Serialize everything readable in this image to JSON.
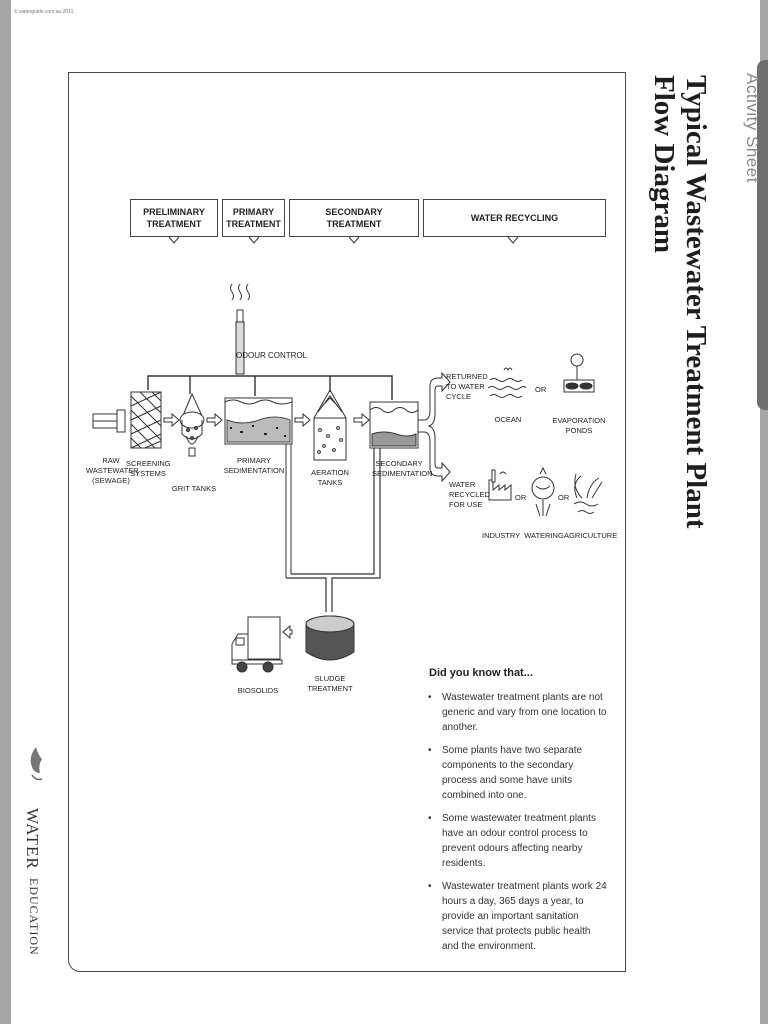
{
  "copyright": "© waterguide.com.au 2011",
  "header": {
    "activity": "Activity Sheet",
    "title_line1": "Typical Wastewater Treatment Plant",
    "title_line2": "Flow Diagram"
  },
  "categories": {
    "preliminary": "PRELIMINARY\nTREATMENT",
    "primary": "PRIMARY\nTREATMENT",
    "secondary": "SECONDARY\nTREATMENT",
    "recycling": "WATER RECYCLING"
  },
  "labels": {
    "odour": "ODOUR CONTROL",
    "raw": "RAW\nWASTEWATER\n(SEWAGE)",
    "screening": "SCREENING\nSYSTEMS",
    "grit": "GRIT TANKS",
    "primary_sed": "PRIMARY\nSEDIMENTATION",
    "aeration": "AERATION\nTANKS",
    "secondary_sed": "SECONDARY\nSEDIMENTATION",
    "returned": "RETURNED\nTO WATER\nCYCLE",
    "recycled": "WATER\nRECYCLED\nFOR USE",
    "or": "OR",
    "ocean": "OCEAN",
    "evaporation": "EVAPORATION\nPONDS",
    "industry": "INDUSTRY",
    "watering": "WATERING",
    "agriculture": "AGRICULTURE",
    "biosolids": "BIOSOLIDS",
    "sludge": "SLUDGE\nTREATMENT"
  },
  "did_you_know": {
    "heading": "Did you know that...",
    "items": [
      "Wastewater treatment plants are not generic and vary from one location to another.",
      "Some plants have two separate components to the secondary process and some have units combined into one.",
      "Some wastewater treatment plants have an odour control process to prevent odours affecting nearby residents.",
      "Wastewater treatment plants work 24 hours a day, 365 days a year, to provide an important sanitation service that protects public health and the environment."
    ]
  },
  "logo": {
    "water": "WATER",
    "education": "EDUCATION"
  }
}
